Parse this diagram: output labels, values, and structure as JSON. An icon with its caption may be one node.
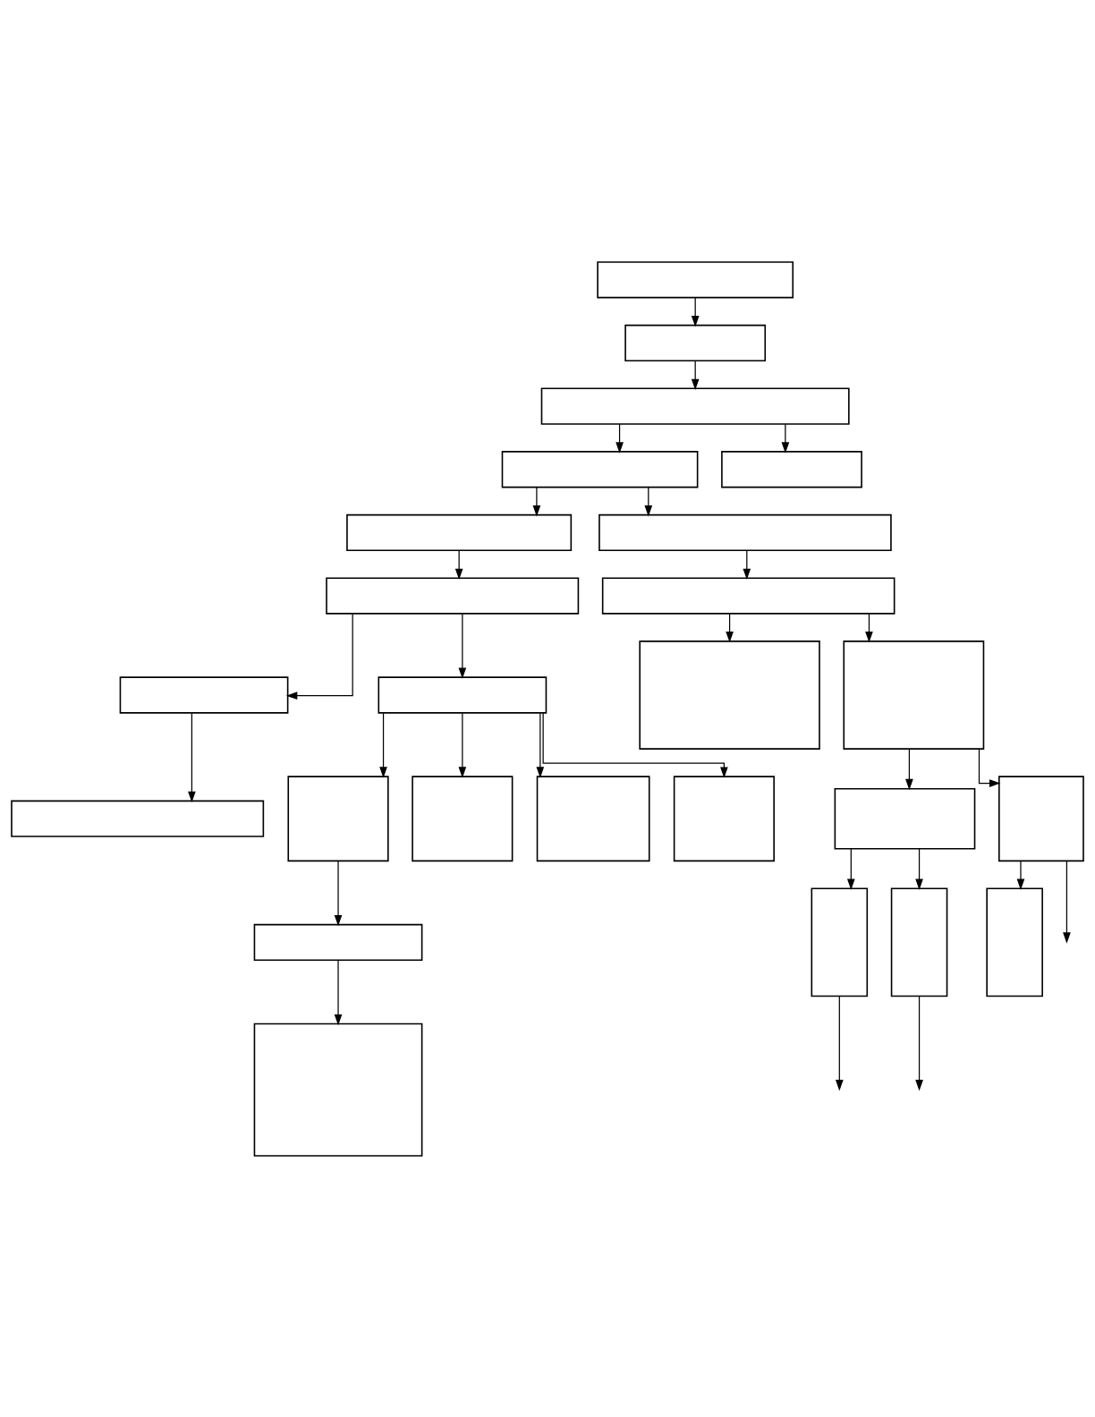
{
  "diagram": {
    "nodes": [
      {
        "text": [],
        "shape": "box"
      },
      {
        "text": [],
        "shape": "box"
      },
      {
        "text": [],
        "shape": "box"
      },
      {
        "text": [],
        "shape": "box"
      },
      {
        "text": [],
        "shape": "box"
      },
      {
        "text": [],
        "shape": "box"
      },
      {
        "text": [],
        "shape": "box"
      },
      {
        "text": [],
        "shape": "box"
      },
      {
        "text": [],
        "shape": "box"
      },
      {
        "text": [],
        "shape": "box"
      },
      {
        "text": [],
        "shape": "box"
      },
      {
        "text": [],
        "shape": "box"
      },
      {
        "text": [],
        "shape": "box"
      },
      {
        "text": [],
        "shape": "box"
      },
      {
        "text": [],
        "shape": "box"
      },
      {
        "text": [],
        "shape": "box"
      },
      {
        "text": [],
        "shape": "box"
      },
      {
        "text": [],
        "shape": "box"
      },
      {
        "text": [],
        "shape": "box"
      },
      {
        "text": [],
        "shape": "box"
      },
      {
        "text": [],
        "shape": "box"
      },
      {
        "text": [],
        "shape": "box"
      },
      {
        "text": [],
        "shape": "box"
      },
      {
        "text": [],
        "shape": "box"
      },
      {
        "text": [],
        "shape": "box"
      }
    ],
    "edges": [
      {
        "from": 0,
        "to": 1,
        "arrow": "to"
      },
      {
        "from": 1,
        "to": 2,
        "arrow": "to"
      },
      {
        "from": 2,
        "to": 3,
        "arrow": "to"
      },
      {
        "from": 2,
        "to": 4,
        "arrow": "to"
      },
      {
        "from": 3,
        "to": 5,
        "arrow": "to"
      },
      {
        "from": 3,
        "to": 6,
        "arrow": "to"
      },
      {
        "from": 5,
        "to": 7,
        "arrow": "to"
      },
      {
        "from": 6,
        "to": 8,
        "arrow": "to"
      },
      {
        "from": 7,
        "to": 9,
        "arrow": "to"
      },
      {
        "from": 7,
        "to": 10,
        "arrow": "to"
      },
      {
        "from": 8,
        "to": 11,
        "arrow": "to"
      },
      {
        "from": 8,
        "to": 12,
        "arrow": "to"
      },
      {
        "from": 9,
        "to": 13,
        "arrow": "to"
      },
      {
        "from": 10,
        "to": 14,
        "arrow": "to"
      },
      {
        "from": 10,
        "to": 15,
        "arrow": "to"
      },
      {
        "from": 10,
        "to": 16,
        "arrow": "to"
      },
      {
        "from": 10,
        "to": 17,
        "arrow": "to"
      },
      {
        "from": 12,
        "to": 18,
        "arrow": "to"
      },
      {
        "from": 12,
        "to": 19,
        "arrow": "to"
      },
      {
        "from": 14,
        "to": 20,
        "arrow": "to"
      },
      {
        "from": 20,
        "to": 21,
        "arrow": "to"
      },
      {
        "from": 18,
        "to": 22,
        "arrow": "to"
      },
      {
        "from": 18,
        "to": 23,
        "arrow": "to"
      },
      {
        "from": 19,
        "to": 24,
        "arrow": "to"
      },
      {
        "from": 19,
        "to": null,
        "arrow": "to"
      },
      {
        "from": 22,
        "to": null,
        "arrow": "to"
      },
      {
        "from": 23,
        "to": null,
        "arrow": "to"
      }
    ]
  }
}
